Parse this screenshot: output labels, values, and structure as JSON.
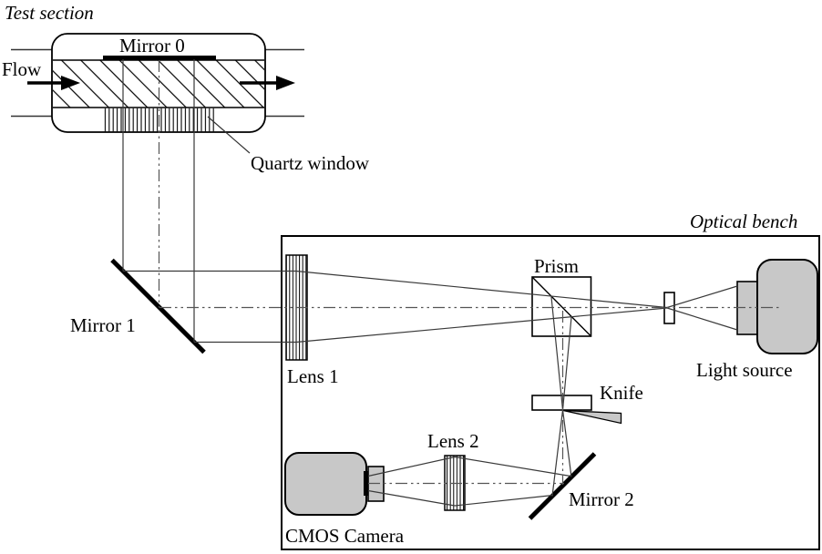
{
  "figure": {
    "type": "optical-schematic-diagram",
    "description_visible_only": "schlieren optical bench schematic",
    "colors": {
      "background": "#ffffff",
      "outline": "#000000",
      "ray": "#3a3a3a",
      "axis": "#666666",
      "device_fill": "#c8c8c8",
      "mirror_fill": "#000000"
    }
  },
  "labels": {
    "test_section": "Test section",
    "mirror0": "Mirror 0",
    "flow": "Flow",
    "quartz_window": "Quartz window",
    "mirror1": "Mirror 1",
    "lens1": "Lens 1",
    "prism": "Prism",
    "optical_bench": "Optical bench",
    "light_source": "Light source",
    "knife": "Knife",
    "lens2": "Lens 2",
    "mirror2": "Mirror 2",
    "cmos_camera": "CMOS Camera"
  },
  "components": [
    "test-section-duct",
    "mirror-0",
    "quartz-window",
    "flow-arrows",
    "mirror-1",
    "optical-bench-enclosure",
    "lens-1",
    "prism-beamsplitter",
    "aperture-slit",
    "light-source",
    "knife-edge",
    "mirror-2",
    "lens-2",
    "cmos-camera"
  ]
}
